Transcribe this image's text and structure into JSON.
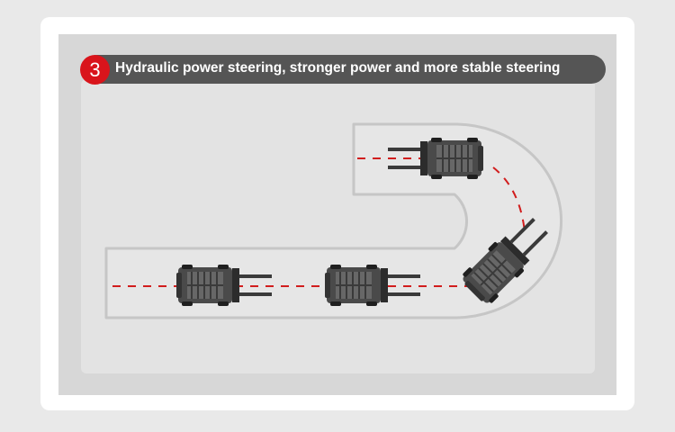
{
  "step": {
    "number": "3",
    "title": "Hydraulic power steering, stronger power and more stable steering"
  },
  "colors": {
    "accent": "#d9141b",
    "banner": "#555555",
    "path": "#d11d1d"
  },
  "illustration": {
    "subject": "forklift",
    "count": 4
  }
}
